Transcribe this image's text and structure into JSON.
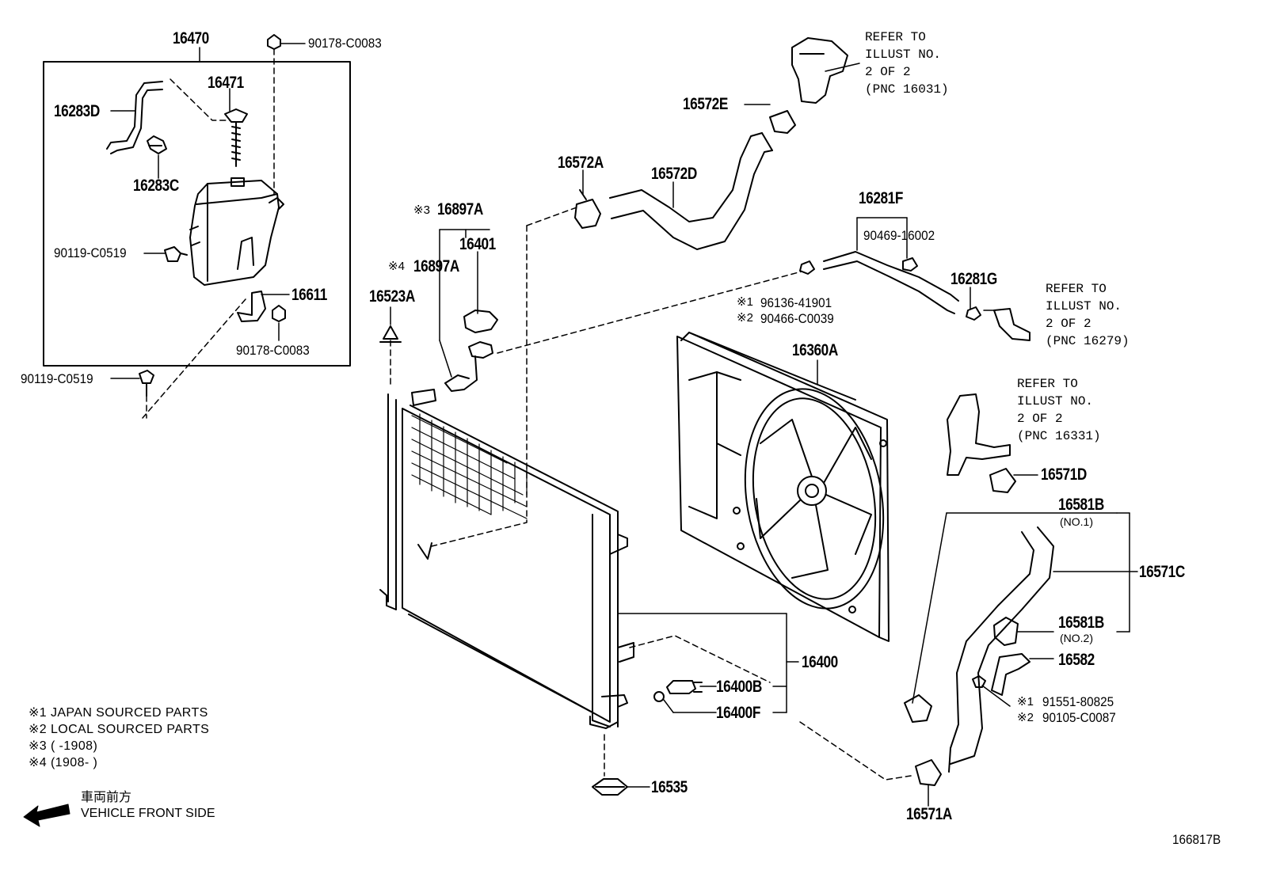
{
  "diagram_id": "166817B",
  "parts": {
    "p16470": "16470",
    "p90178_top": "90178-C0083",
    "p16471": "16471",
    "p16283D": "16283D",
    "p16283C": "16283C",
    "p90119_a": "90119-C0519",
    "p16611": "16611",
    "p90178_bot": "90178-C0083",
    "p90119_b": "90119-C0519",
    "p16897A_3": "16897A",
    "p16401": "16401",
    "p16897A_4": "16897A",
    "p16523A": "16523A",
    "p16572A": "16572A",
    "p16572D": "16572D",
    "p16572E": "16572E",
    "p16281F": "16281F",
    "p90469": "90469-16002",
    "p16281G": "16281G",
    "p96136": "96136-41901",
    "p90466": "90466-C0039",
    "p16360A": "16360A",
    "p16571D": "16571D",
    "p16581B_1": "16581B",
    "p16581B_1_note": "(NO.1)",
    "p16571C": "16571C",
    "p16581B_2": "16581B",
    "p16581B_2_note": "(NO.2)",
    "p16582": "16582",
    "p91551": "91551-80825",
    "p90105": "90105-C0087",
    "p16400": "16400",
    "p16400B": "16400B",
    "p16400F": "16400F",
    "p16535": "16535",
    "p16571A": "16571A"
  },
  "marks": {
    "m1": "※1",
    "m2": "※2",
    "m3": "※3",
    "m4": "※4"
  },
  "refers": {
    "r1": [
      "REFER TO",
      "ILLUST NO.",
      "2 OF 2",
      "(PNC 16031)"
    ],
    "r2": [
      "REFER TO",
      "ILLUST NO.",
      "2 OF 2",
      "(PNC 16279)"
    ],
    "r3": [
      "REFER TO",
      "ILLUST NO.",
      "2 OF 2",
      "(PNC 16331)"
    ]
  },
  "notes": {
    "n1": "※1  JAPAN SOURCED PARTS",
    "n2": "※2  LOCAL SOURCED PARTS",
    "n3": "※3 (       -1908)",
    "n4": "※4 (1908-       )"
  },
  "direction": {
    "jp": "車両前方",
    "en": "VEHICLE FRONT SIDE",
    "icon": "arrow-left-icon"
  }
}
